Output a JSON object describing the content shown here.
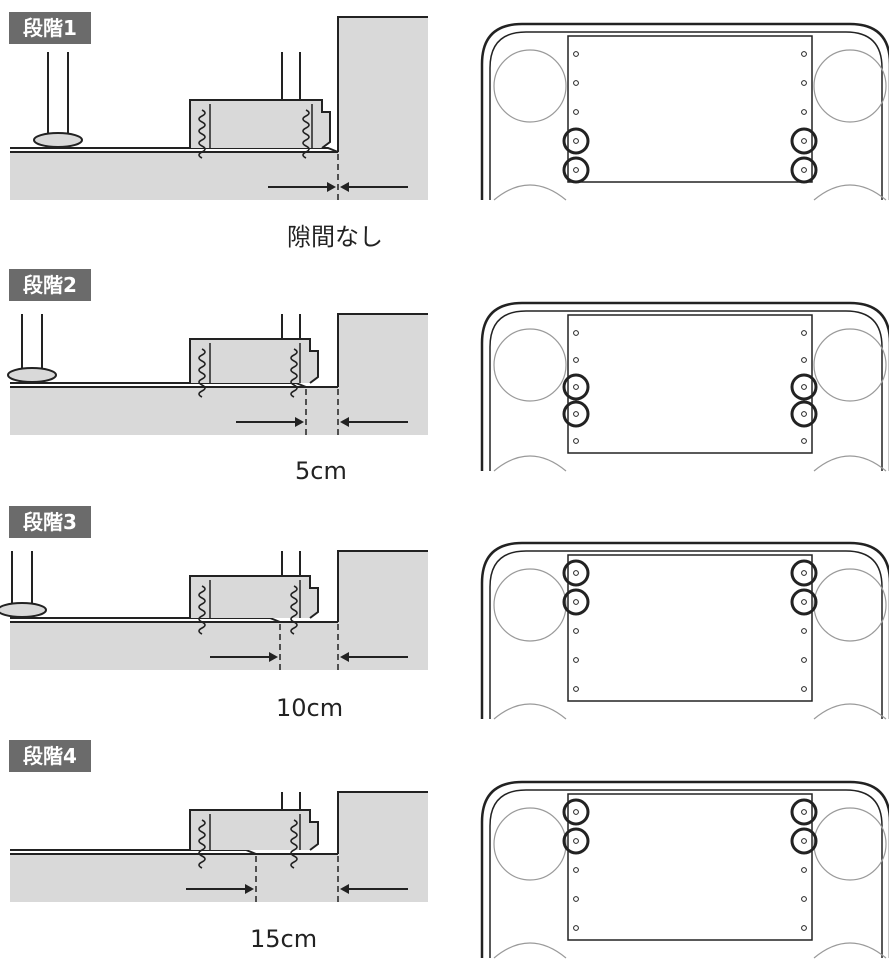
{
  "stages": [
    {
      "label": "段階1",
      "gap_label": "隙間なし"
    },
    {
      "label": "段階2",
      "gap_label": "5cm"
    },
    {
      "label": "段階3",
      "gap_label": "10cm"
    },
    {
      "label": "段階4",
      "gap_label": "15cm"
    }
  ],
  "colors": {
    "floor": "#d9d9d9",
    "wall": "#d9d9d9",
    "label_bg": "#6b6b6b",
    "line": "#222222"
  }
}
